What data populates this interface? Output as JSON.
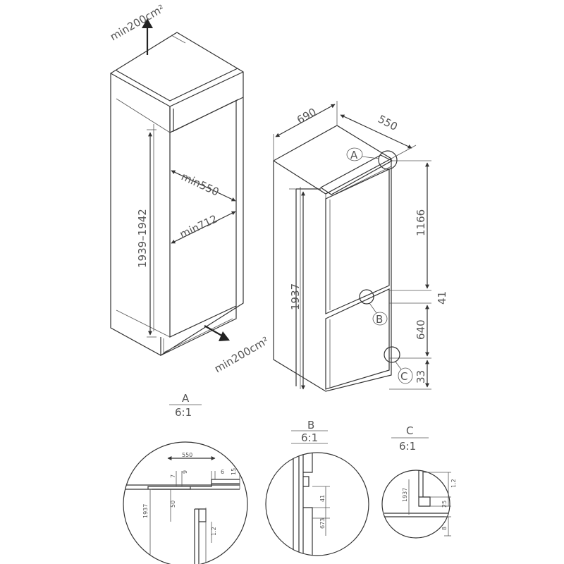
{
  "cabinet": {
    "vent_top": "min200cm²",
    "vent_bottom": "min200cm²",
    "height_range": "1939–1942",
    "depth_min": "min550",
    "width_min": "min712"
  },
  "appliance": {
    "width": "690",
    "depth": "550",
    "height_total": "1937",
    "height_upper": "1166",
    "gap": "41",
    "height_lower": "640",
    "bottom": "33",
    "callout_a": "A",
    "callout_b": "B",
    "callout_c": "C"
  },
  "details": {
    "a": {
      "label": "A",
      "scale": "6:1",
      "d550": "550",
      "d7": "7",
      "d9": "9",
      "d6": "6",
      "d15": "15",
      "d1937": "1937",
      "d50": "50",
      "d12": "1.2"
    },
    "b": {
      "label": "B",
      "scale": "6:1",
      "d41": "41",
      "d673": "673"
    },
    "c": {
      "label": "C",
      "scale": "6:1",
      "d1937": "1937",
      "d12": "1.2",
      "d25": "25",
      "d8": "8"
    }
  }
}
